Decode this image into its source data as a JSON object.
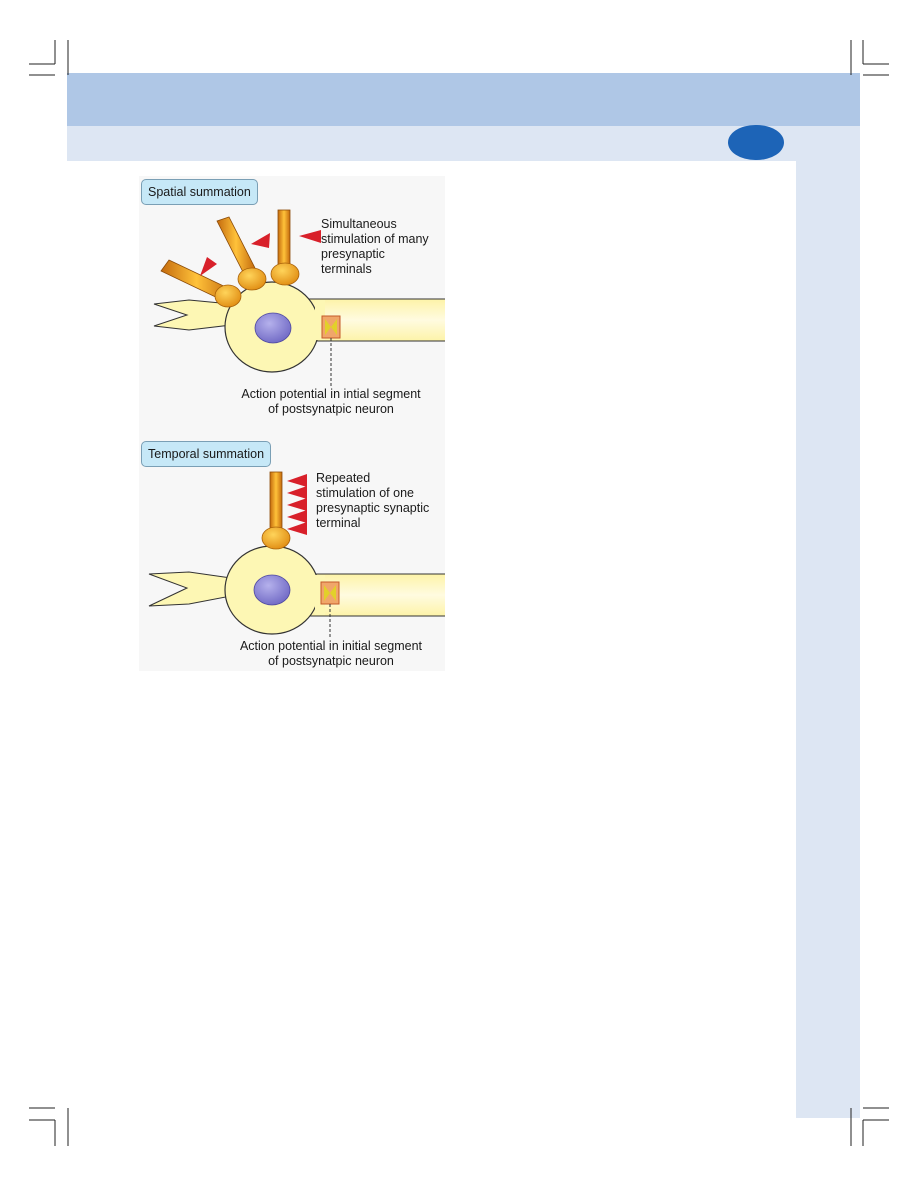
{
  "figure": {
    "spatial": {
      "tag": "Spatial summation",
      "note_lines": [
        "Simultaneous",
        "stimulation of many",
        "presynaptic",
        "terminals"
      ],
      "caption_lines": [
        "Action potential in intial segment",
        "of postsynatpic neuron"
      ]
    },
    "temporal": {
      "tag": "Temporal summation",
      "note_lines": [
        "Repeated",
        "stimulation of one",
        "presynaptic synaptic",
        "terminal"
      ],
      "caption_lines": [
        "Action potential in initial segment",
        "of postsynatpic neuron"
      ]
    }
  },
  "colors": {
    "header_band": "#afc7e6",
    "subheader_band": "#dde6f3",
    "page_badge": "#1d64b7",
    "cell_fill": "#fdf7b4",
    "nucleus": "#8c86d8",
    "terminal": "#f0a81e",
    "arrow": "#d8202a"
  }
}
